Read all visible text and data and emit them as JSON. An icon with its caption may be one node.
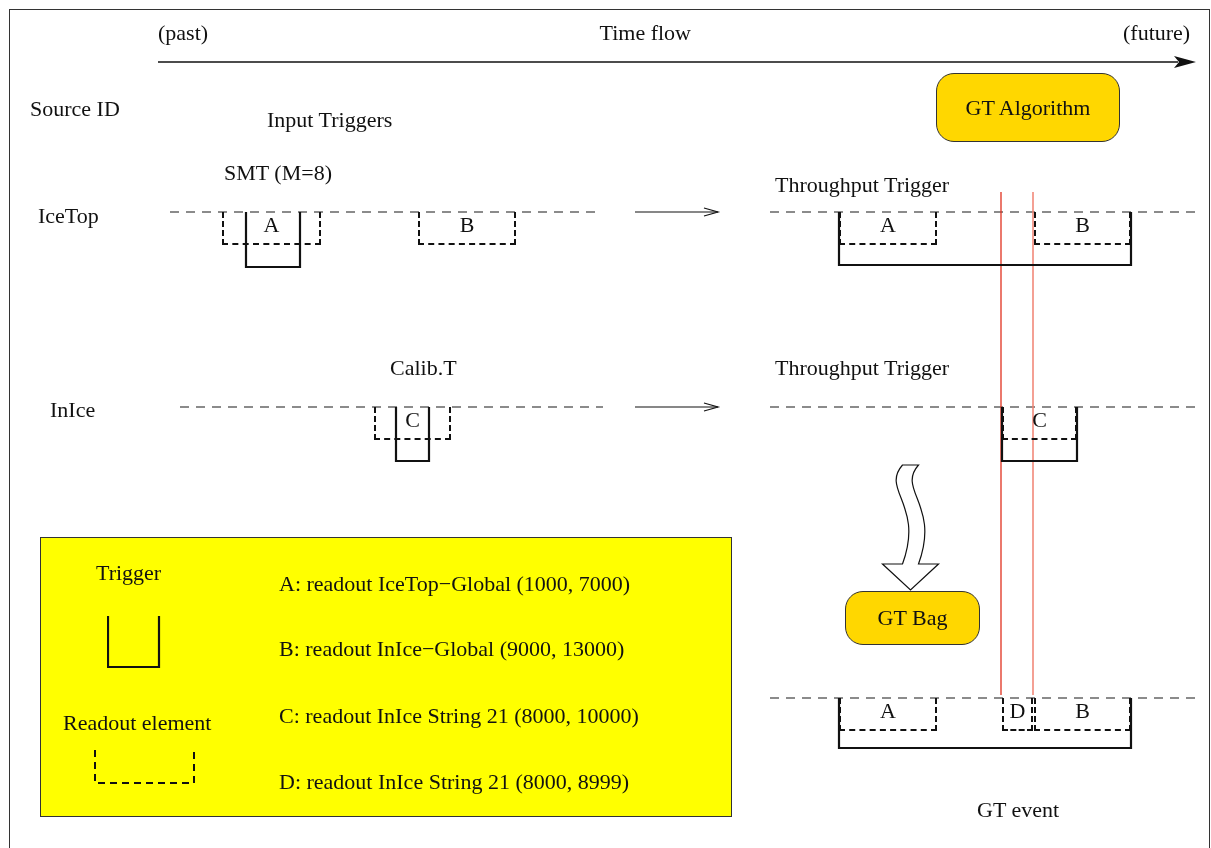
{
  "diagram": {
    "nodes": [
      {
        "text": [
          "GT Algorithm"
        ]
      },
      {
        "text": [
          "A"
        ]
      },
      {
        "text": [
          "B"
        ]
      },
      {
        "text": [
          "C"
        ]
      },
      {
        "text": [
          "A"
        ]
      },
      {
        "text": [
          "B"
        ]
      },
      {
        "text": [
          "C"
        ]
      },
      {
        "text": [
          "GT Bag"
        ]
      },
      {
        "text": [
          "A"
        ]
      },
      {
        "text": [
          "D"
        ]
      },
      {
        "text": [
          "B"
        ]
      },
      {
        "text": [
          "A: readout IceTop−Global (1000, 7000)",
          "B: readout InIce−Global (9000, 13000)",
          "C: readout InIce String 21 (8000, 10000)",
          "D: readout InIce String 21 (8000, 8999)"
        ]
      }
    ],
    "edges": [
      {
        "from": null,
        "to": 7,
        "arrow": "to"
      }
    ],
    "labels": [
      "(past)",
      "Time flow",
      "(future)",
      "Source ID",
      "Input Triggers",
      "SMT (M=8)",
      "Throughput Trigger",
      "IceTop",
      "Calib.T",
      "Throughput Trigger",
      "InIce",
      "GT event"
    ],
    "legend": [
      {
        "text": "Trigger"
      },
      {
        "text": "Readout element"
      }
    ]
  }
}
